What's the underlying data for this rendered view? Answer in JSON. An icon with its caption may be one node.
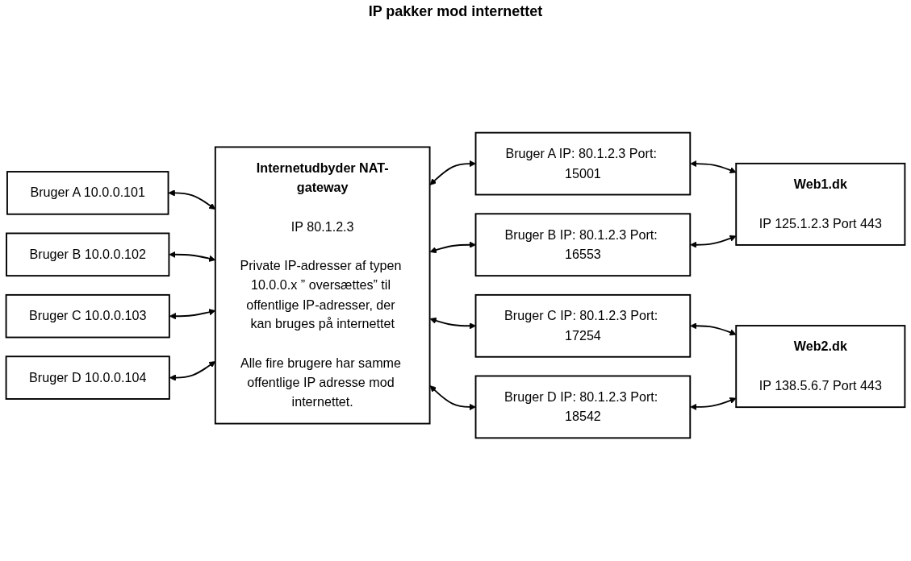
{
  "diagram": {
    "nodes": [
      {
        "text": [
          "Bruger A 10.0.0.101"
        ]
      },
      {
        "text": [
          "Bruger B 10.0.0.102"
        ]
      },
      {
        "text": [
          "Bruger C 10.0.0.103"
        ]
      },
      {
        "text": [
          "Bruger D 10.0.0.104"
        ]
      },
      {
        "text": [
          "Internetudbyder NAT-gateway",
          "IP 80.1.2.3",
          "Private IP-adresser af typen 10.0.0.x ” oversættes” til offentlige IP-adresser, der kan bruges på internettet",
          "Alle fire brugere har samme offentlige IP adresse mod internettet."
        ]
      },
      {
        "text": [
          "Bruger A IP: 80.1.2.3 Port: 15001"
        ]
      },
      {
        "text": [
          "Bruger B IP: 80.1.2.3 Port: 16553"
        ]
      },
      {
        "text": [
          "Bruger C IP: 80.1.2.3 Port: 17254"
        ]
      },
      {
        "text": [
          "Bruger D IP: 80.1.2.3 Port: 18542"
        ]
      },
      {
        "text": [
          "Web1.dk",
          "IP 125.1.2.3 Port 443"
        ]
      },
      {
        "text": [
          "Web2.dk",
          "IP 138.5.6.7 Port 443"
        ]
      }
    ],
    "edges": [
      {
        "from": 0,
        "to": 4,
        "arrow": "both"
      },
      {
        "from": 1,
        "to": 4,
        "arrow": "both"
      },
      {
        "from": 2,
        "to": 4,
        "arrow": "both"
      },
      {
        "from": 3,
        "to": 4,
        "arrow": "both"
      },
      {
        "from": 4,
        "to": 5,
        "arrow": "both"
      },
      {
        "from": 4,
        "to": 6,
        "arrow": "both"
      },
      {
        "from": 4,
        "to": 7,
        "arrow": "both"
      },
      {
        "from": 4,
        "to": 8,
        "arrow": "both"
      },
      {
        "from": 5,
        "to": 9,
        "arrow": "both"
      },
      {
        "from": 6,
        "to": 9,
        "arrow": "both"
      },
      {
        "from": 7,
        "to": 10,
        "arrow": "both"
      },
      {
        "from": 8,
        "to": 10,
        "arrow": "both"
      }
    ],
    "labels": [
      "IP pakker mod internettet"
    ]
  }
}
